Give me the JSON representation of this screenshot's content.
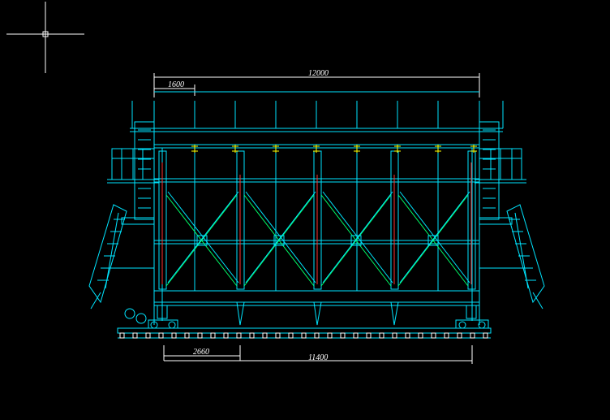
{
  "drawing": {
    "dimensions": {
      "overall_top": "12000",
      "bay_top": "1600",
      "bay_bottom": "2660",
      "overall_bottom": "11400"
    }
  },
  "colors": {
    "background": "#000000",
    "structure": "#00e5ff",
    "dimension": "#ffffff",
    "bracing": "#00ff66",
    "column_core": "#ff3030",
    "bolts": "#ffff00"
  },
  "icons": {
    "cursor": "crosshair-cursor-icon"
  }
}
